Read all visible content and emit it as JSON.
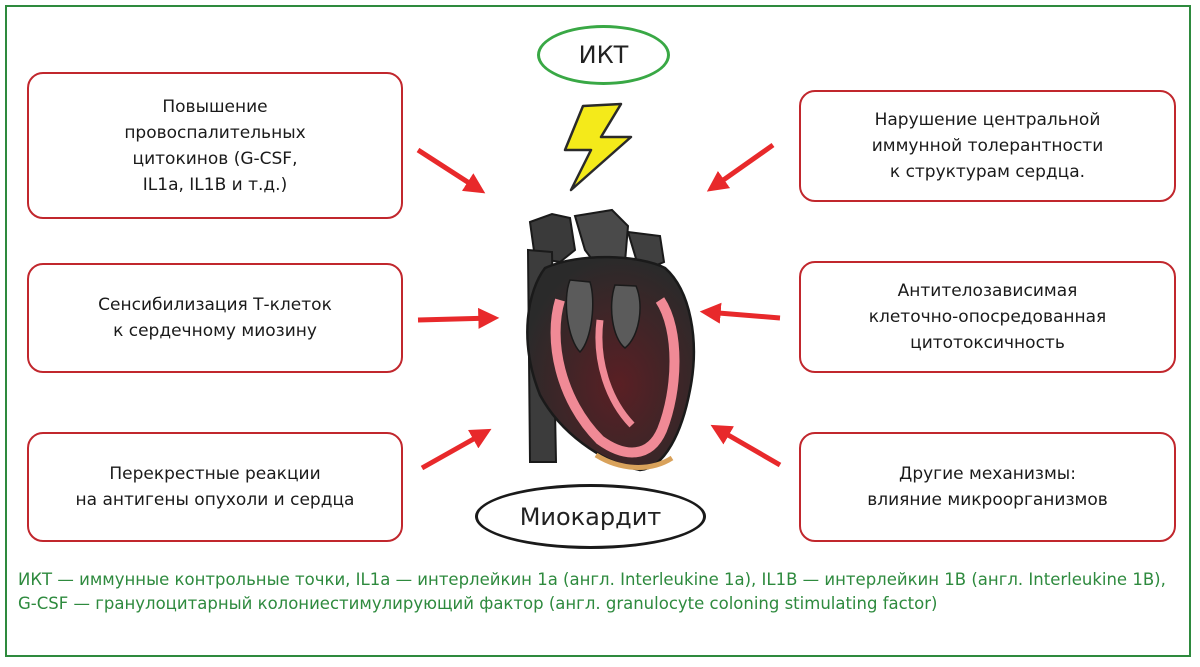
{
  "top_node": "ИКТ",
  "bottom_node": "Миокардит",
  "left_boxes": [
    "Повышение\nпровоспалительных\nцитокинов (G-CSF,\nIL1a, IL1B и т.д.)",
    "Сенсибилизация Т-клеток\nк сердечному миозину",
    "Перекрестные реакции\nна антигены опухоли и сердца"
  ],
  "right_boxes": [
    "Нарушение центральной\nиммунной толерантности\nк структурам сердца.",
    "Антителозависимая\nклеточно-опосредованная\nцитотоксичность",
    "Другие механизмы:\nвлияние микроорганизмов"
  ],
  "footnote": "ИКТ — иммунные контрольные точки, IL1a — интерлейкин 1а (англ. Interleukine 1a), IL1B — интерлейкин 1B (англ. Interleukine 1B), G-CSF — гранулоцитарный колониестимулирующий фактор (англ. granulocyte coloning stimulating factor)",
  "colors": {
    "box_border": "#c1272d",
    "arrow": "#e8292b",
    "top_oval_border": "#39a845",
    "bottom_oval_border": "#1a1a1a",
    "footnote_text": "#2e8a3e",
    "lightning": "#f4ea1a"
  },
  "icons": {
    "lightning": "lightning-bolt-icon",
    "heart": "heart-cross-section-illustration"
  }
}
